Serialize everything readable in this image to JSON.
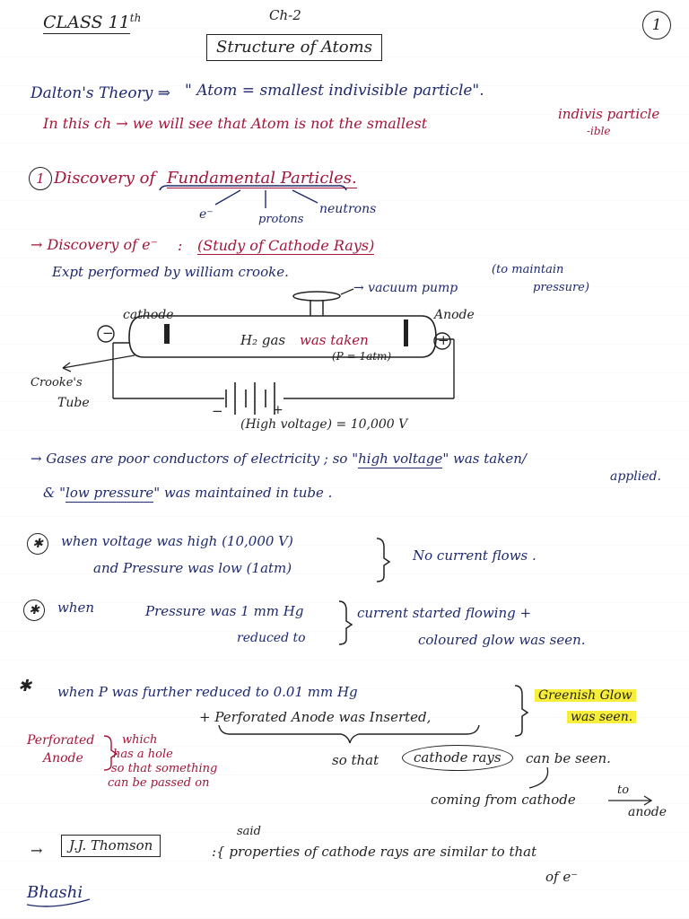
{
  "header": {
    "class_label": "CLASS 11",
    "class_sup": "th",
    "chapter": "Ch-2",
    "title": "Structure of Atoms",
    "page_number": "1"
  },
  "intro": {
    "dalton_label": "Dalton's Theory ⇒",
    "dalton_quote": "\" Atom = smallest indivisible particle\".",
    "line2": "In this ch → we will see that Atom is not the smallest",
    "line2_tail": "indivis particle",
    "line2_tail_break": "-ible"
  },
  "section1": {
    "number": "1",
    "title_a": "Discovery of",
    "title_b": "Fundamental Particles.",
    "branches": [
      "e⁻",
      "protons",
      "neutrons"
    ]
  },
  "electron": {
    "heading": "→ Discovery of e⁻",
    "colon": ":",
    "study": "(Study of Cathode Rays)",
    "expt": "Expt performed by william crooke.",
    "vacuum": "→ vacuum pump",
    "maintain": "(to maintain",
    "pressure": "pressure)"
  },
  "diagram": {
    "cathode": "cathode",
    "anode": "Anode",
    "minus": "−",
    "plus": "+",
    "gas": "H₂ gas",
    "gas_taken": "was taken",
    "p": "(P = 1atm)",
    "crookes_tube_a": "Crooke's",
    "crookes_tube_b": "Tube",
    "battery_minus": "−",
    "battery_plus": "+",
    "voltage": "(High voltage) = 10,000 V"
  },
  "notes": {
    "gas_line": "→ Gases are poor conductors of electricity ; so \"",
    "high_voltage": "high voltage",
    "was_taken": "\" was taken/",
    "applied": "applied.",
    "low_line_a": "& \"",
    "low_pressure": "low pressure",
    "low_line_b": "\" was maintained in tube ."
  },
  "points": [
    {
      "star": "✱",
      "line_a": "when voltage was high (10,000 V)",
      "line_b": "and Pressure was low (1atm)",
      "result": "No current flows ."
    },
    {
      "star": "✱",
      "when": "when",
      "p_line": "Pressure was 1 mm Hg",
      "reduced": "reduced to",
      "result_a": "current started flowing +",
      "result_b": "coloured glow was seen."
    },
    {
      "star": "✱",
      "line_a": "when P was further reduced to 0.01 mm Hg",
      "line_b": "+ Perforated Anode was Inserted,",
      "result_a": "Greenish Glow",
      "result_b": "was seen."
    }
  ],
  "perforated_note": {
    "a": "Perforated",
    "b": "Anode",
    "c": "which",
    "d": "has a hole",
    "e": "so that something",
    "f": "can be passed on"
  },
  "cathode_rays": {
    "so_that": "so that",
    "circled": "cathode rays",
    "can_be_seen": "can be seen.",
    "coming": "coming from cathode",
    "to": "to",
    "anode": "anode"
  },
  "thomson": {
    "arrow": "→",
    "name": "J.J. Thomson",
    "said": "said",
    "text": ":{ properties of cathode rays are similar to that",
    "text_b": "of e⁻"
  },
  "signature": "Bhashi",
  "colors": {
    "ink_blue": "#1f2a6e",
    "ink_red": "#a3153a",
    "highlight": "#f6ee3a"
  }
}
